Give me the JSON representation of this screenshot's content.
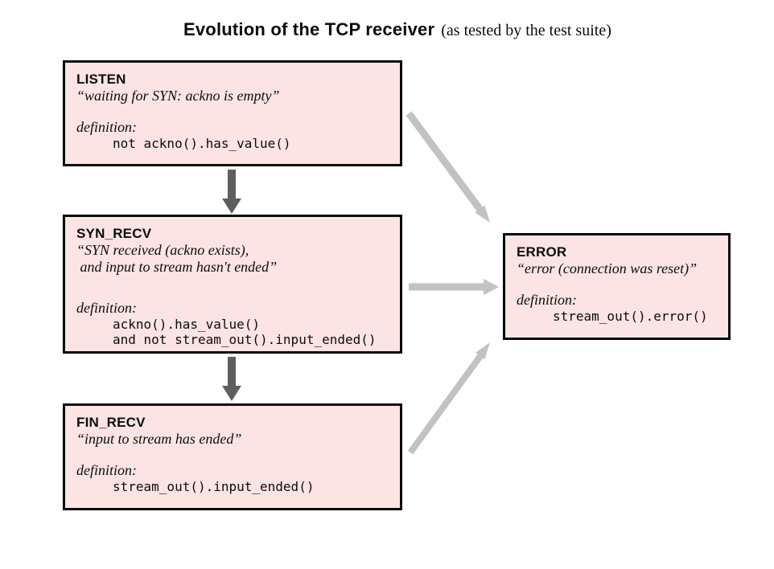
{
  "title": {
    "main": "Evolution of the TCP receiver",
    "sub": "(as tested by the test suite)"
  },
  "colors": {
    "box_bg": "#fce4e4",
    "box_border": "#0a0a0a",
    "arrow_dark": "#5e5e5e",
    "arrow_light": "#c2c2c2"
  },
  "states": {
    "listen": {
      "name": "LISTEN",
      "quote_lines": [
        "“waiting for SYN: ackno is empty”"
      ],
      "definition_label": "definition:",
      "code_lines": [
        "not ackno().has_value()"
      ]
    },
    "syn_recv": {
      "name": "SYN_RECV",
      "quote_lines": [
        "“SYN received (ackno exists),",
        " and input to stream hasn't ended”"
      ],
      "definition_label": "definition:",
      "code_lines": [
        "ackno().has_value()",
        "and not stream_out().input_ended()"
      ]
    },
    "fin_recv": {
      "name": "FIN_RECV",
      "quote_lines": [
        "“input to stream has ended”"
      ],
      "definition_label": "definition:",
      "code_lines": [
        "stream_out().input_ended()"
      ]
    },
    "error": {
      "name": "ERROR",
      "quote_lines": [
        "“error (connection was reset)”"
      ],
      "definition_label": "definition:",
      "code_lines": [
        "stream_out().error()"
      ]
    }
  },
  "arrows": [
    {
      "name": "arrow-listen-to-syn-recv",
      "style": "dark"
    },
    {
      "name": "arrow-syn-recv-to-fin-recv",
      "style": "dark"
    },
    {
      "name": "arrow-listen-to-error",
      "style": "light"
    },
    {
      "name": "arrow-syn-recv-to-error",
      "style": "light"
    },
    {
      "name": "arrow-fin-recv-to-error",
      "style": "light"
    }
  ]
}
